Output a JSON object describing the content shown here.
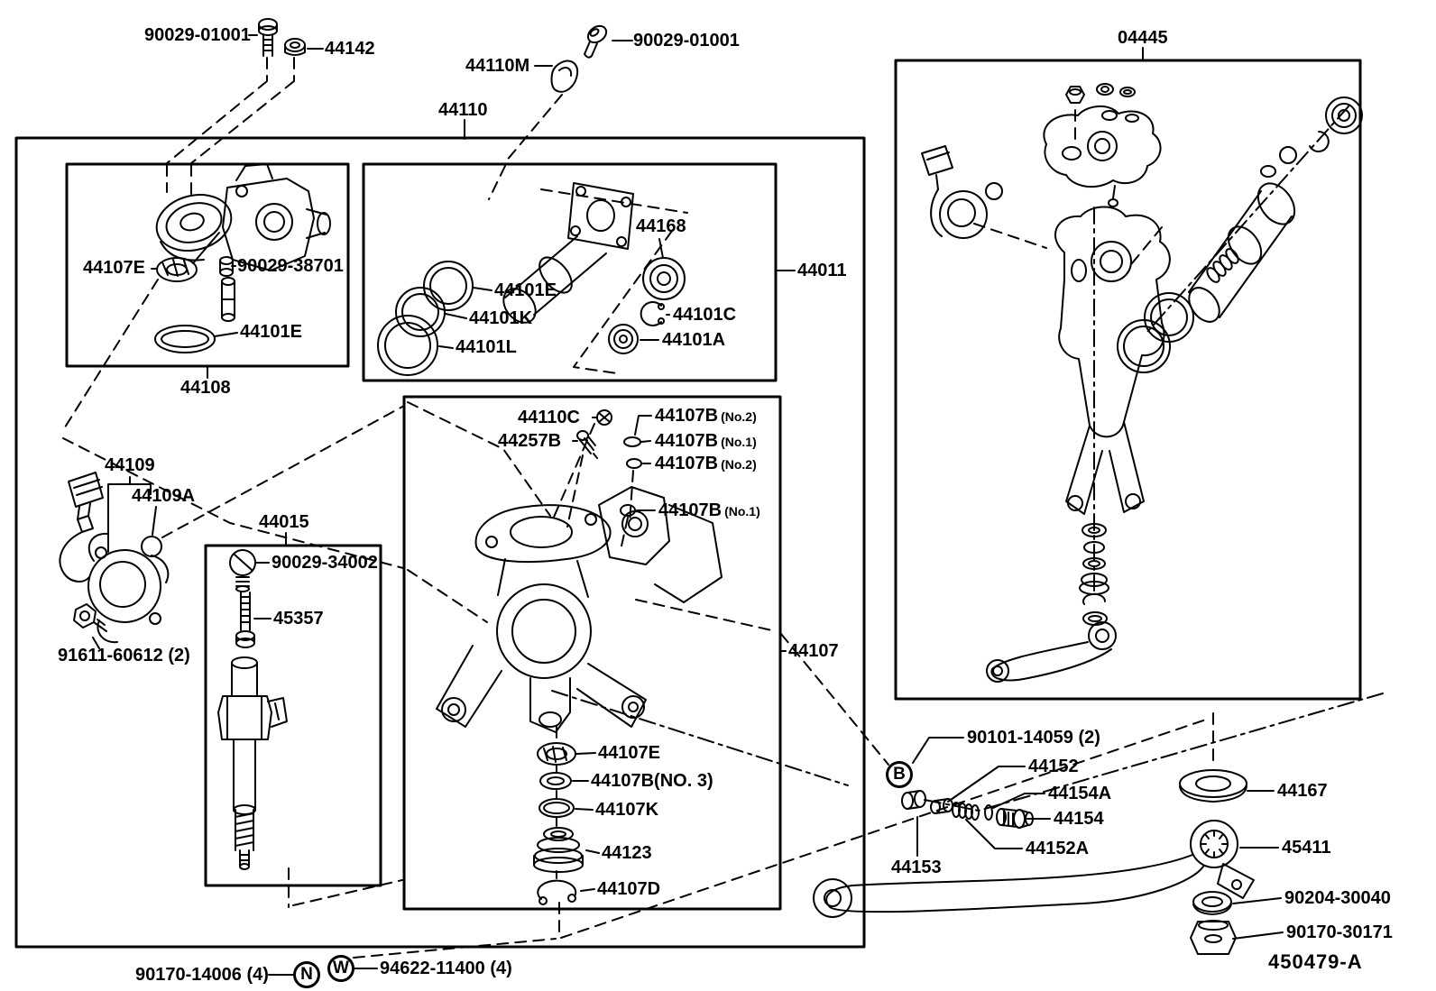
{
  "document": {
    "type": "exploded-parts-diagram",
    "sheet_code": "450479-A",
    "line_color": "#000000",
    "background_color": "#ffffff"
  },
  "labels": {
    "bolt_top_left": "90029-01001",
    "nut_44142": "44142",
    "clamp_44110m": "44110M",
    "bolt_top_right": "90029-01001",
    "asm_44110": "44110",
    "kit_04445": "04445",
    "box_44108": "44108",
    "box_44011": "44011",
    "seal_44107e_a": "44107E",
    "plug_90029_38701": "90029-38701",
    "oring_44101e_a": "44101E",
    "oring_44101e_b": "44101E",
    "ring_44101k": "44101K",
    "ring_44101l": "44101L",
    "bearing_44168": "44168",
    "snap_44101c": "44101C",
    "seal_44101a": "44101A",
    "bolt_44110c": "44110C",
    "screw_44257b": "44257B",
    "g44107b_1": "44107B",
    "g44107b_1_sfx": "(No.2)",
    "g44107b_2": "44107B",
    "g44107b_2_sfx": "(No.1)",
    "g44107b_3": "44107B",
    "g44107b_3_sfx": "(No.2)",
    "g44107b_4": "44107B",
    "g44107b_4_sfx": "(No.1)",
    "sensor_44109": "44109",
    "oring_44109a": "44109A",
    "bolt_91611": "91611-60612 (2)",
    "box_44015": "44015",
    "screw_90029_34002": "90029-34002",
    "bar_45357": "45357",
    "box_44107": "44107",
    "seal_44107e_b": "44107E",
    "ring_44107b_no3": "44107B(NO. 3)",
    "ring_44107k": "44107K",
    "boot_44123": "44123",
    "snap_44107d": "44107D",
    "bolt_90101_14059": "90101-14059 (2)",
    "marker_b": "B",
    "bush_44152": "44152",
    "washer_44154a": "44154A",
    "screw_44154": "44154",
    "spring_44152a": "44152A",
    "plug_44153": "44153",
    "washer_44167": "44167",
    "arm_45411": "45411",
    "washer_90204_30040": "90204-30040",
    "nut_90170_30171": "90170-30171",
    "nut_90170_14006": "90170-14006 (4)",
    "marker_n": "N",
    "marker_w": "W",
    "washer_94622_11400": "94622-11400 (4)",
    "sheet_code": "450479-A"
  }
}
